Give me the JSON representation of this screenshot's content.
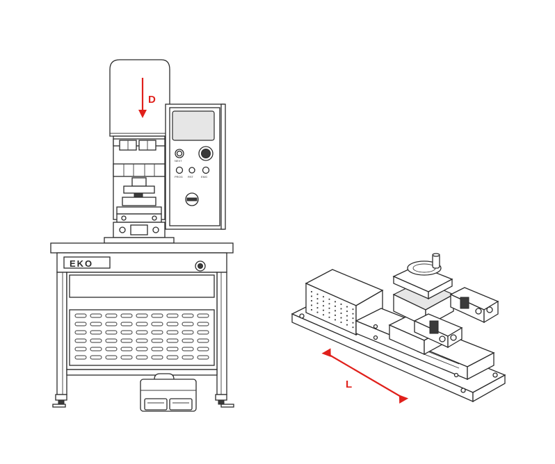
{
  "labels": {
    "dimension_d": "D",
    "dimension_l": "L",
    "brand": "EKO"
  },
  "colors": {
    "annotation": "#e0201b",
    "line": "#2a2a2a",
    "background": "#ffffff"
  }
}
